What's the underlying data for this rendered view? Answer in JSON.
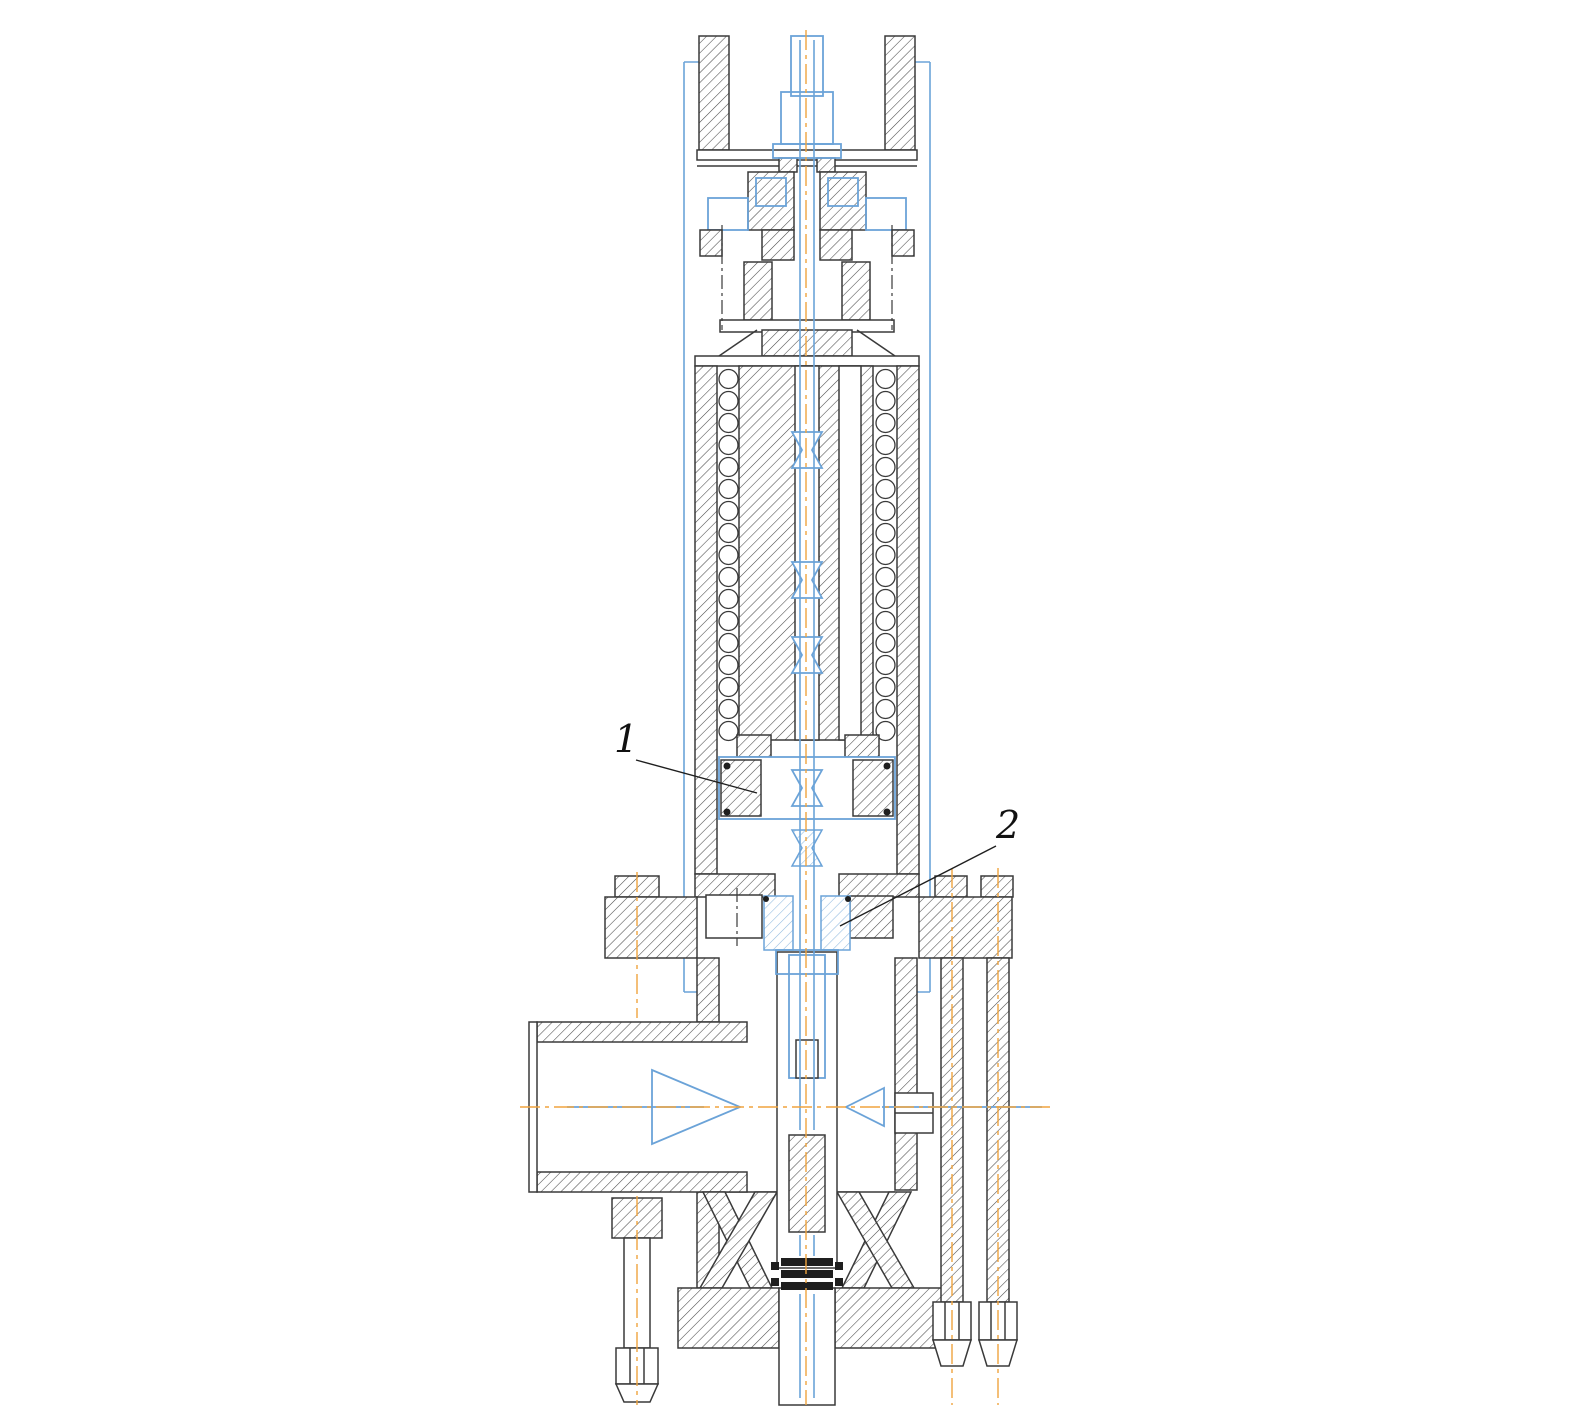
{
  "drawing": {
    "description": "Sectional engineering drawing of a vertical spring-loaded valve with electric drive, flow arrows and two numbered callouts",
    "callouts": {
      "c1": {
        "label": "1"
      },
      "c2": {
        "label": "2"
      }
    },
    "flow": {
      "inlet_arrow_direction": "right",
      "outlet_arrow_direction": "left"
    },
    "colors": {
      "line": "#3a3a3a",
      "accent_blue": "#6ba3d8",
      "centerline": "#f0a43e",
      "label": "#111111",
      "background": "#ffffff"
    }
  }
}
